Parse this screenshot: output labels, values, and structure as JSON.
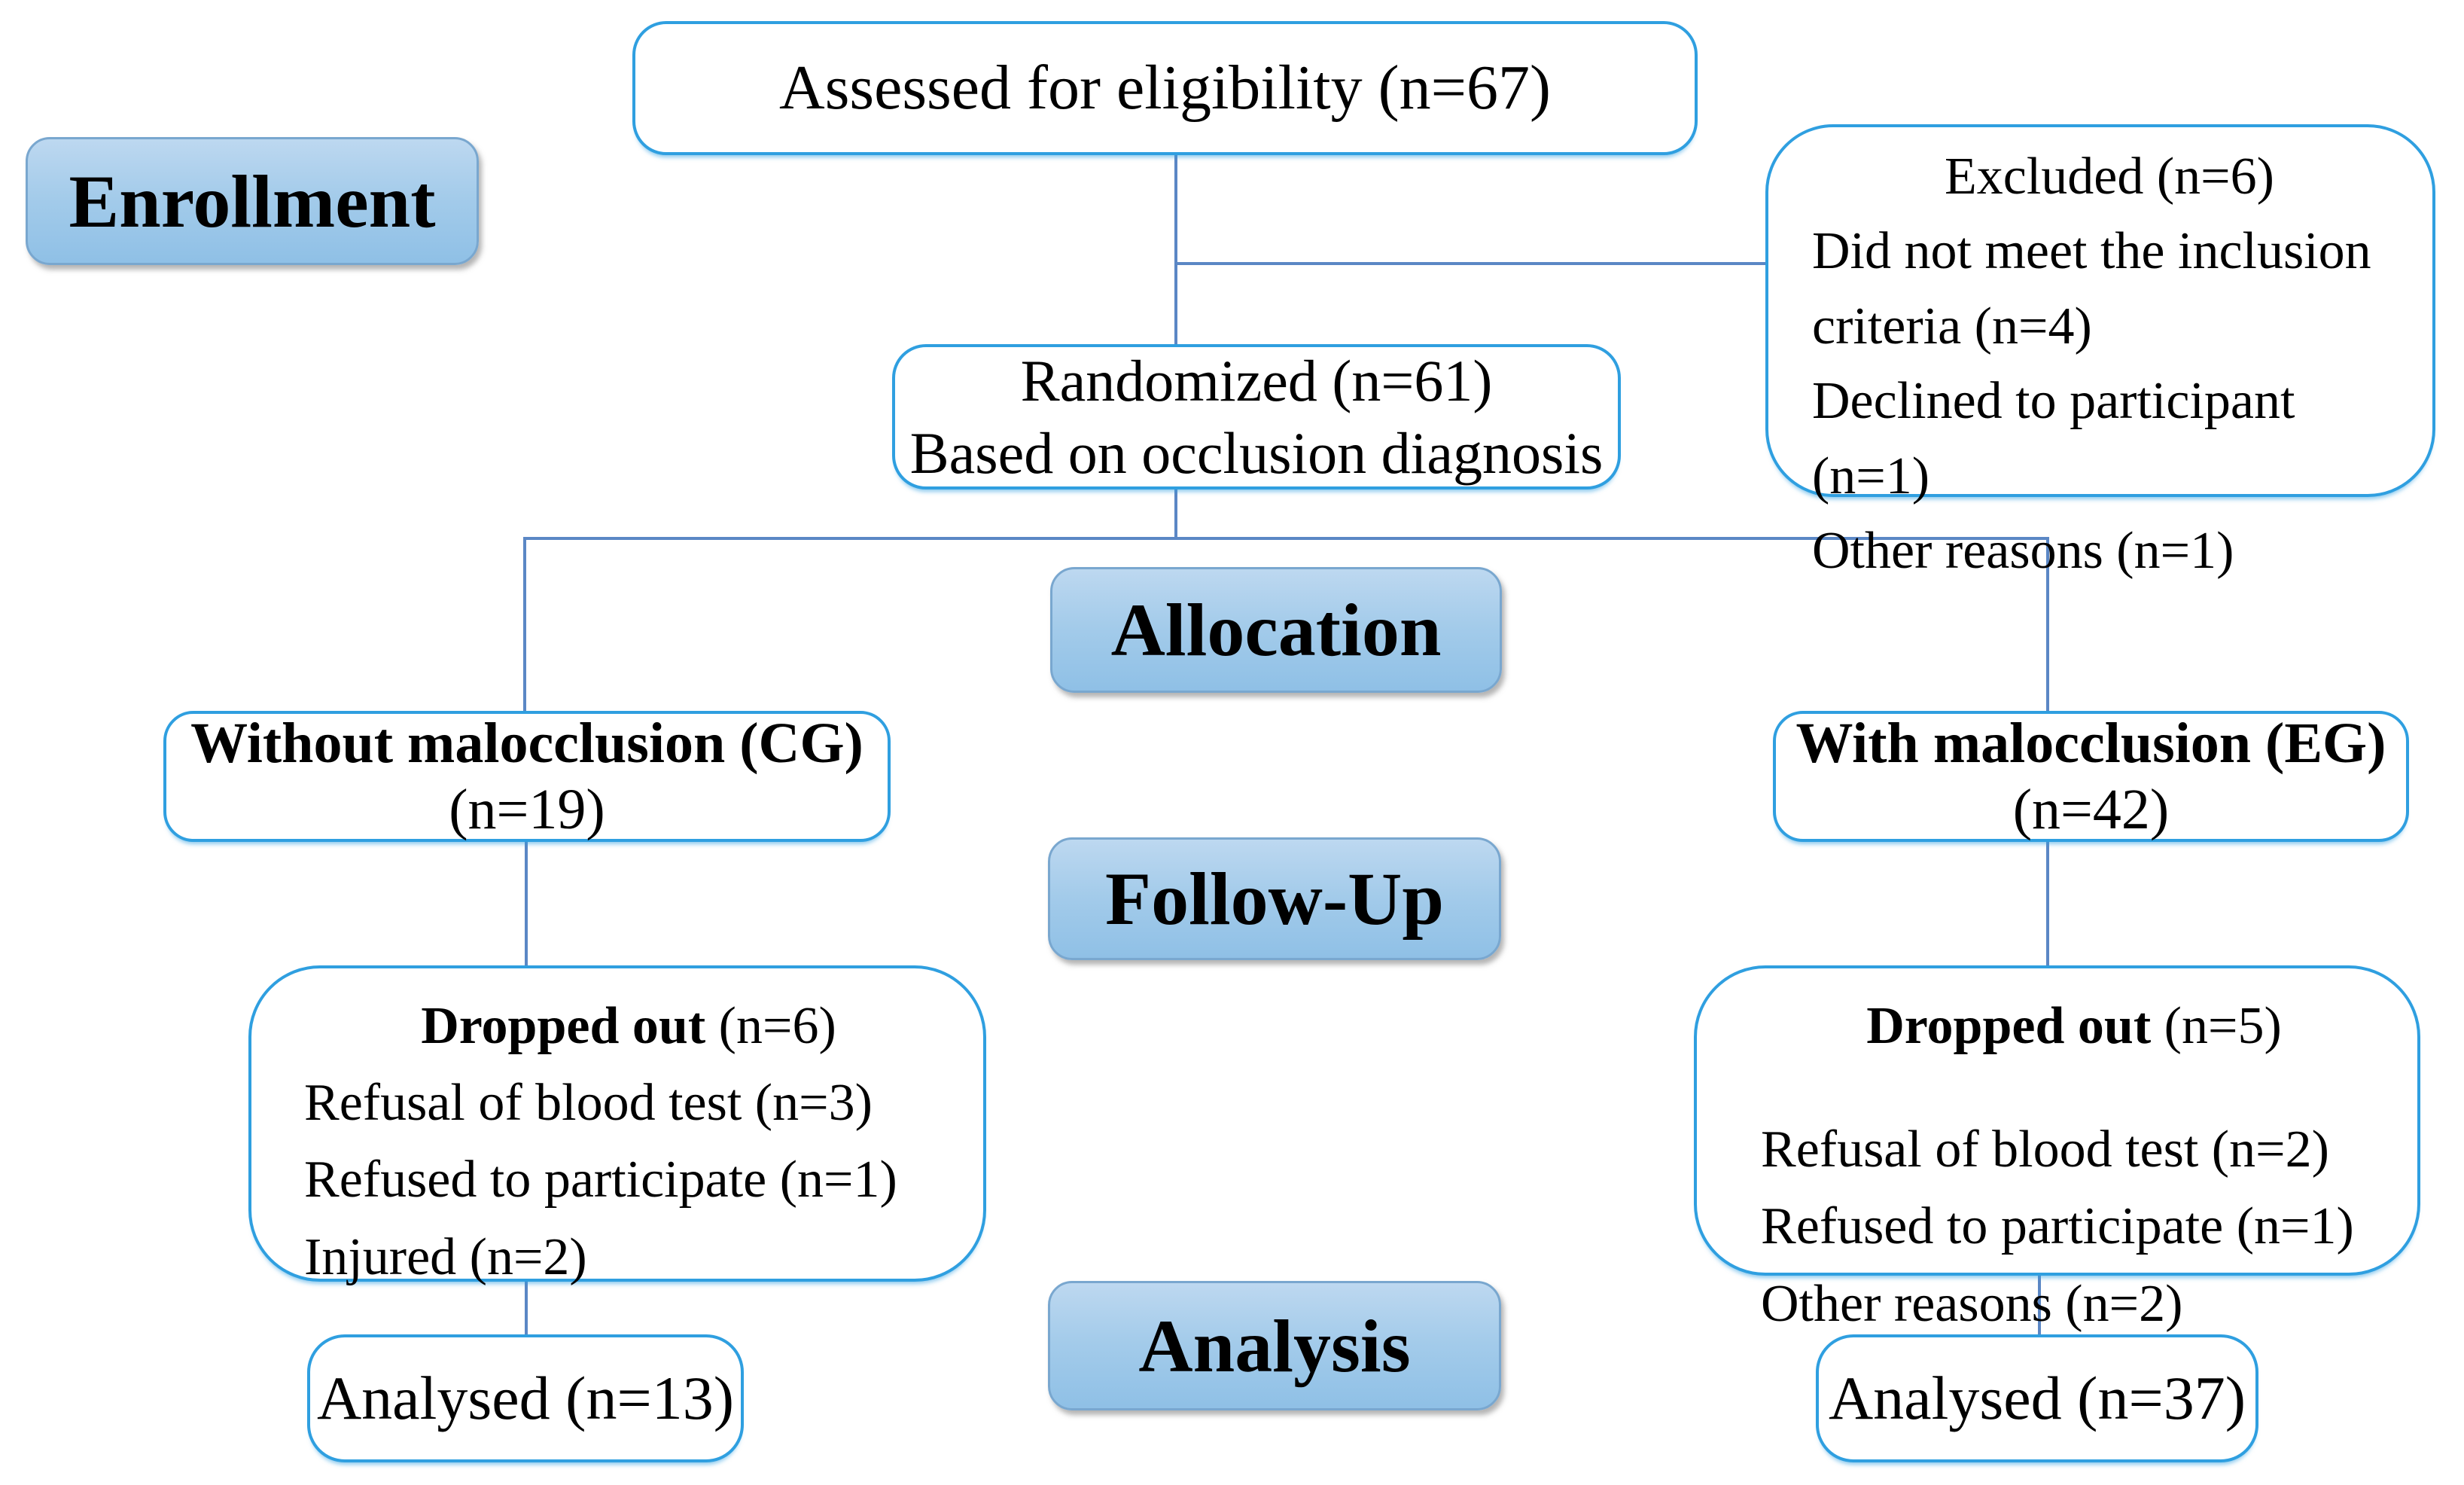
{
  "stage_labels": {
    "enrollment": "Enrollment",
    "allocation": "Allocation",
    "follow_up": "Follow-Up",
    "analysis": "Analysis"
  },
  "enrollment": {
    "assessed": "Assessed for eligibility (n=67)",
    "excluded": {
      "title": "Excluded  (n=6)",
      "reasons": [
        "Did not meet the inclusion criteria (n=4)",
        "Declined to participant (n=1)",
        "Other reasons (n=1)"
      ]
    },
    "randomized": {
      "line1": "Randomized (n=61)",
      "line2": "Based on occlusion diagnosis"
    }
  },
  "allocation": {
    "control_group": {
      "name": "Without malocclusion (CG)",
      "n": "(n=19)"
    },
    "experimental_group": {
      "name": "With malocclusion (EG)",
      "n": "(n=42)"
    }
  },
  "follow_up": {
    "cg_dropout": {
      "title_bold": "Dropped out",
      "title_rest": " (n=6)",
      "reasons": [
        "Refusal of blood test (n=3)",
        "Refused to participate (n=1)",
        "Injured (n=2)"
      ]
    },
    "eg_dropout": {
      "title_bold": "Dropped out",
      "title_rest": " (n=5)",
      "reasons": [
        "Refusal of blood test (n=2)",
        "Refused to participate (n=1)",
        "Other reasons (n=2)"
      ]
    }
  },
  "analysis": {
    "cg_analysed": "Analysed (n=13)",
    "eg_analysed": "Analysed (n=37)"
  },
  "colors": {
    "box_border": "#2f9fe0",
    "connector": "#5b87c5",
    "stage_top": "#bdd8f0",
    "stage_mid": "#a3cbea",
    "stage_bottom": "#8fc0e6",
    "stage_border": "#79a7cf",
    "ink": "#000000"
  }
}
